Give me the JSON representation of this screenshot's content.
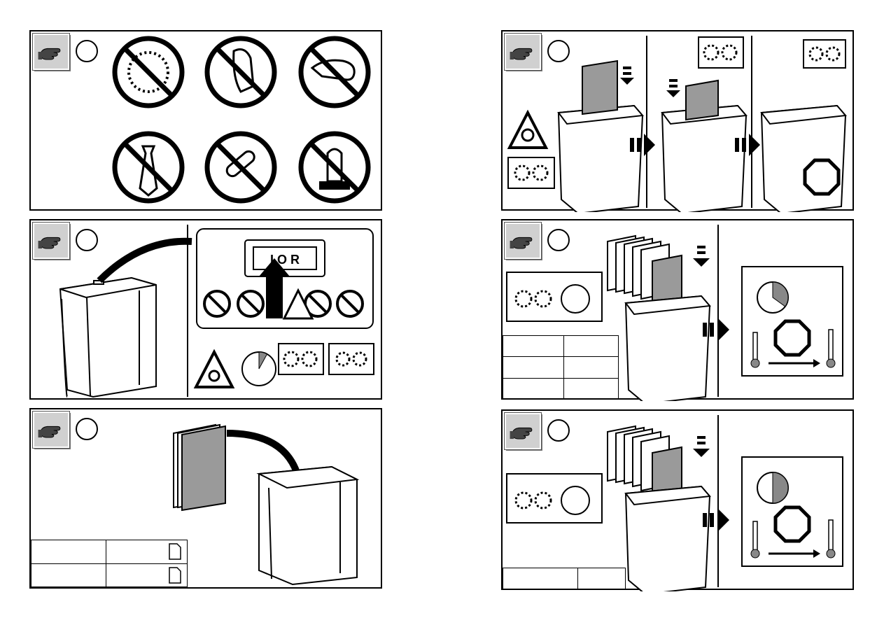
{
  "page": {
    "background": "#ffffff",
    "line_color": "#000000",
    "paper_fill": "#9a9a9a"
  },
  "icons": {
    "hand": "pointing-hand-icon",
    "prohibited": [
      "no-jewelry-icon",
      "no-long-hair-icon",
      "no-hand-icon",
      "no-tie-icon",
      "no-paperclip-icon",
      "no-glove-icon"
    ],
    "warning": "entanglement-warning-icon",
    "gears": "gears-running-icon",
    "clock": "timer-icon",
    "stop": "stop-octagon-icon",
    "thermometer": "thermometer-icon"
  },
  "switch": {
    "label": "I O R",
    "positions": [
      "I",
      "O",
      "R"
    ]
  },
  "timers": {
    "power_on_fraction": 0.08,
    "continuous_run_fraction": 0.35,
    "overload_run_fraction": 0.5
  }
}
